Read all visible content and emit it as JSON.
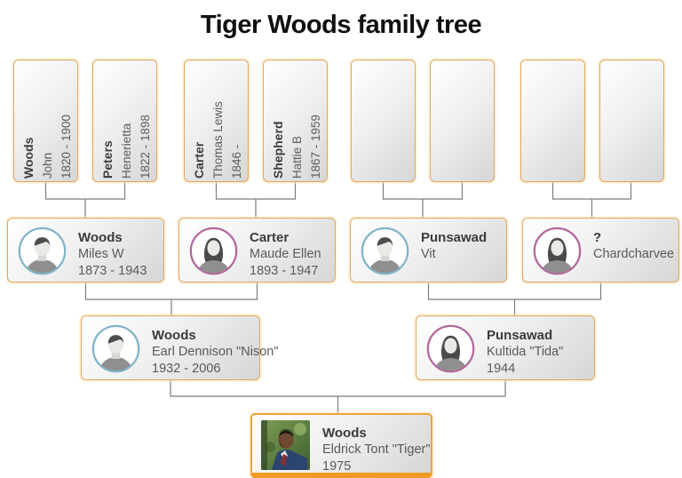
{
  "title": "Tiger Woods family tree",
  "generation1": [
    {
      "surname": "Woods",
      "given": "John",
      "dates": "1820 - 1900"
    },
    {
      "surname": "Peters",
      "given": "Henerietta",
      "dates": "1822 - 1898"
    },
    {
      "surname": "Carter",
      "given": "Thomas Lewis",
      "dates": "1846 -"
    },
    {
      "surname": "Shepherd",
      "given": "Hattie B",
      "dates": "1867 - 1959"
    },
    {
      "surname": "",
      "given": "",
      "dates": ""
    },
    {
      "surname": "",
      "given": "",
      "dates": ""
    },
    {
      "surname": "",
      "given": "",
      "dates": ""
    },
    {
      "surname": "",
      "given": "",
      "dates": ""
    }
  ],
  "generation2": [
    {
      "surname": "Woods",
      "given": "Miles W",
      "dates": "1873 - 1943",
      "gender": "male"
    },
    {
      "surname": "Carter",
      "given": "Maude Ellen",
      "dates": "1893 - 1947",
      "gender": "female"
    },
    {
      "surname": "Punsawad",
      "given": "Vit",
      "dates": "",
      "gender": "male"
    },
    {
      "surname": "?",
      "given": "Chardcharvee",
      "dates": "",
      "gender": "female"
    }
  ],
  "generation3": [
    {
      "surname": "Woods",
      "given": "Earl Dennison \"Nison\"",
      "dates": "1932 - 2006",
      "gender": "male"
    },
    {
      "surname": "Punsawad",
      "given": "Kultida \"Tida\"",
      "dates": "1944",
      "gender": "female"
    }
  ],
  "generation4": [
    {
      "surname": "Woods",
      "given": "Eldrick Tont \"Tiger\"",
      "dates": "1975",
      "photo": "tiger-woods-portrait"
    }
  ],
  "colors": {
    "card_border": "#e2a65b",
    "highlight_border": "#f0a437",
    "male_ring": "#82b4c9",
    "female_ring": "#b2689c",
    "connector": "#7d7d7d"
  }
}
